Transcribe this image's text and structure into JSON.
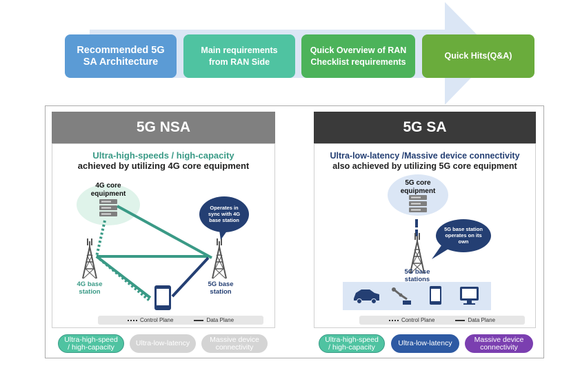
{
  "steps": [
    {
      "label": "Recommended 5G\nSA Architecture"
    },
    {
      "label": "Main requirements\nfrom RAN Side"
    },
    {
      "label": "Quick Overview of RAN\nChecklist requirements"
    },
    {
      "label": "Quick Hits(Q&A)"
    }
  ],
  "nsa": {
    "title": "5G NSA",
    "heading_line1": "Ultra-high-speeds / high-capacity",
    "heading_line2": "achieved by utilizing 4G core equipment",
    "core_label": "4G core\nequipment",
    "bubble": "Operates in\nsync with 4G\nbase station",
    "station_4g": "4G base\nstation",
    "station_5g": "5G base\nstation",
    "legend_control": "Control Plane",
    "legend_data": "Data Plane"
  },
  "sa": {
    "title": "5G SA",
    "heading_line1": "Ultra-low-latency /Massive device connectivity",
    "heading_line2": "also achieved by utilizing 5G core equipment",
    "core_label": "5G core\nequipment",
    "bubble": "5G base station\noperates on its\nown",
    "station_5g": "5G base\nstations",
    "legend_control": "Control Plane",
    "legend_data": "Data Plane"
  },
  "pills": {
    "nsa": [
      {
        "label": "Ultra-high-speed\n/ high-capacity"
      },
      {
        "label": "Ultra-low-latency"
      },
      {
        "label": "Massive device\nconnectivity"
      }
    ],
    "sa": [
      {
        "label": "Ultra-high-speed\n/ high-capacity"
      },
      {
        "label": "Ultra-low-latency"
      },
      {
        "label": "Massive device\nconnectivity"
      }
    ]
  },
  "colors": {
    "teal": "#3a9a86",
    "navy": "#243f73",
    "gray_inactive": "#d4d4d4",
    "blue_pill": "#2e5aa3",
    "purple_pill": "#7b3fb0",
    "arrow": "#dbe6f5"
  }
}
